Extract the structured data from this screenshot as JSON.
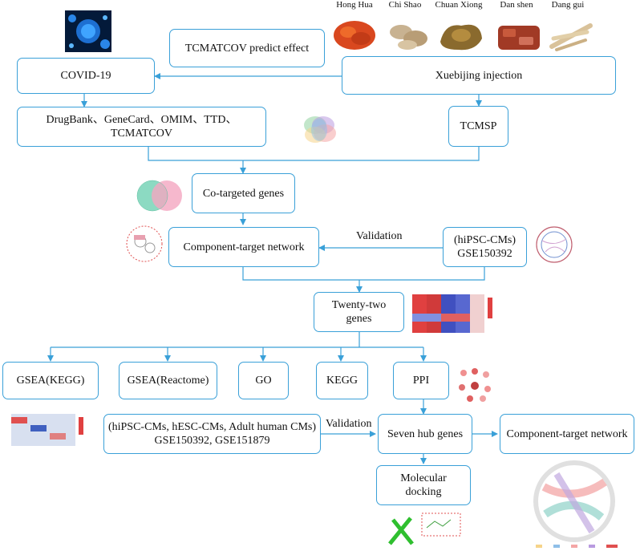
{
  "herbs": [
    "Hong Hua",
    "Chi Shao",
    "Chuan Xiong",
    "Dan shen",
    "Dang gui"
  ],
  "boxes": {
    "tcmatcov_predict": "TCMATCOV predict effect",
    "covid19": "COVID-19",
    "xuebijing": "Xuebijing injection",
    "databases": "DrugBank、GeneCard、OMIM、TTD、TCMATCOV",
    "tcmsp": "TCMSP",
    "cotargeted": "Co-targeted genes",
    "component_target_1": "Component-target network",
    "hipsc_cms": "(hiPSC-CMs)\nGSE150392",
    "twenty_two": "Twenty-two\ngenes",
    "gsea_kegg": "GSEA(KEGG)",
    "gsea_reactome": "GSEA(Reactome)",
    "go": "GO",
    "kegg": "KEGG",
    "ppi": "PPI",
    "datasets_multi": "(hiPSC-CMs, hESC-CMs, Adult human CMs)\nGSE150392, GSE151879",
    "seven_hub": "Seven hub genes",
    "component_target_2": "Component-target network",
    "docking": "Molecular\ndocking"
  },
  "labels": {
    "validation_1": "Validation",
    "validation_2": "Validation"
  },
  "colors": {
    "box_border": "#3aa0d8",
    "arrow": "#3aa0d8"
  }
}
